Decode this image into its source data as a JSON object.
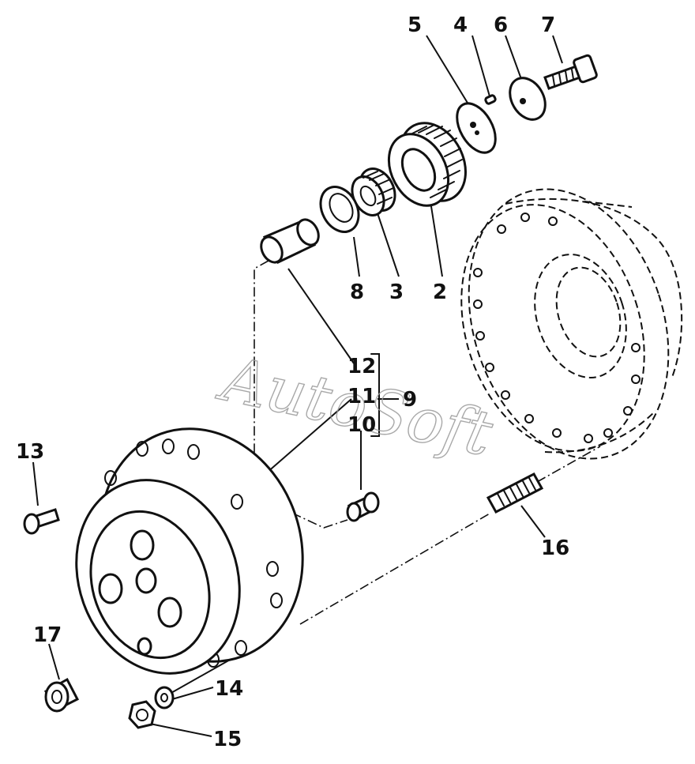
{
  "watermark": "AutoSoft",
  "callouts": {
    "c2": "2",
    "c3": "3",
    "c4": "4",
    "c5": "5",
    "c6": "6",
    "c7": "7",
    "c8": "8",
    "c9": "9",
    "c10": "10",
    "c11": "11",
    "c12": "12",
    "c13": "13",
    "c14": "14",
    "c15": "15",
    "c16": "16",
    "c17": "17"
  }
}
